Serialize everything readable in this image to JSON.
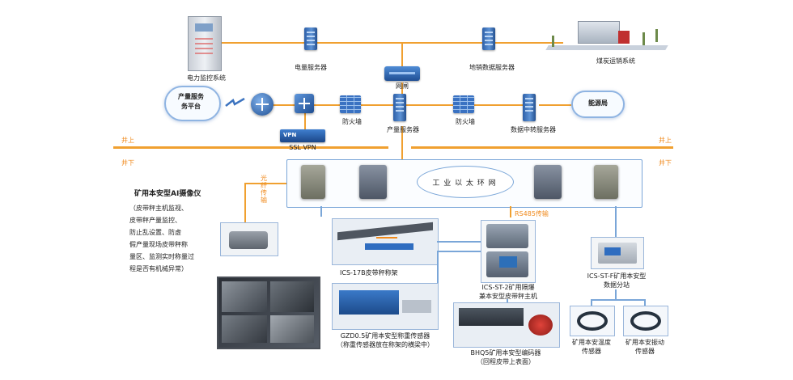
{
  "top": {
    "power_monitor": "电力监控系统",
    "power_server": "电量服务器",
    "gateway": "网闸",
    "ground_sales_server": "地销数据服务器",
    "coal_transport": "煤炭运销系统",
    "cloud_platform_line1": "产量服务",
    "cloud_platform_line2": "务平台",
    "ssl_vpn": "SSL VPN",
    "vpn_badge": "VPN",
    "firewall_left": "防火墙",
    "production_server": "产量服务器",
    "firewall_right": "防火墙",
    "data_relay_server": "数据中转服务器",
    "energy_bureau": "能源局"
  },
  "zones": {
    "left_up": "井上",
    "left_down": "井下",
    "right_up": "井上",
    "right_down": "井下"
  },
  "ring": {
    "label": "工 业 以 太 环 网",
    "fiber_label": "光纤传输",
    "rs485_label": "RS485传输"
  },
  "camera": {
    "title": "矿用本安型AI摄像仪",
    "desc": [
      "（皮带秤主机监视、",
      "皮带秤产量监控、",
      "防止乱设置、防虚",
      "假产量现场皮带秤称",
      "量区、监测实时称量过",
      "程是否有机械异常）"
    ]
  },
  "components": {
    "scale_frame": "ICS-17B皮带秤称架",
    "host_line1": "ICS-ST-2矿用隔爆",
    "host_line2": "兼本安型皮带秤主机",
    "weighing_sensor_line1": "GZD0.5矿用本安型称重传感器",
    "weighing_sensor_line2": "（称重传感器放在称架的横梁中）",
    "encoder_line1": "BHQ5矿用本安型编码器",
    "encoder_line2": "（回程皮带上表面）",
    "substation_line1": "ICS-ST-F矿用本安型",
    "substation_line2": "数据分站",
    "temp_sensor_line1": "矿用本安温度",
    "temp_sensor_line2": "传感器",
    "vib_sensor_line1": "矿用本安振动",
    "vib_sensor_line2": "传感器"
  },
  "colors": {
    "link": "#f0a030",
    "ring_border": "#7aa6d8",
    "zone_text": "#f08a1c"
  }
}
